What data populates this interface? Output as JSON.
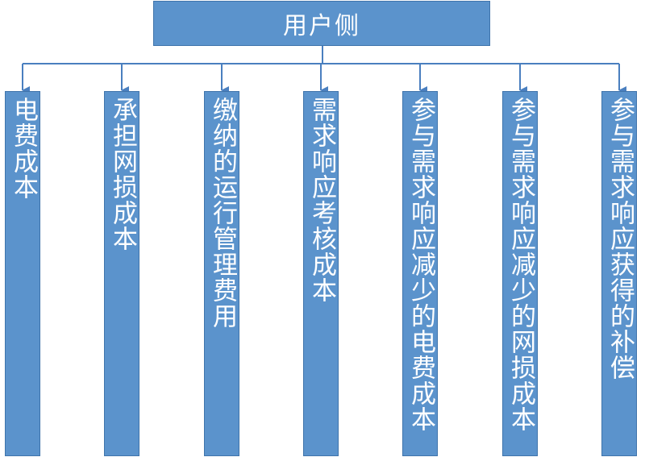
{
  "root": {
    "label": "用户侧"
  },
  "leaves": [
    {
      "label": "电费成本"
    },
    {
      "label": "承担网损成本"
    },
    {
      "label": "缴纳的运行管理费用"
    },
    {
      "label": "需求响应考核成本"
    },
    {
      "label": "参与需求响应减少的电费成本"
    },
    {
      "label": "参与需求响应减少的网损成本"
    },
    {
      "label": "参与需求响应获得的补偿"
    }
  ],
  "colors": {
    "box_fill": "#5b93cc",
    "box_border": "#3f74ab",
    "connector": "#4a7fbf",
    "text": "#ffffff"
  }
}
